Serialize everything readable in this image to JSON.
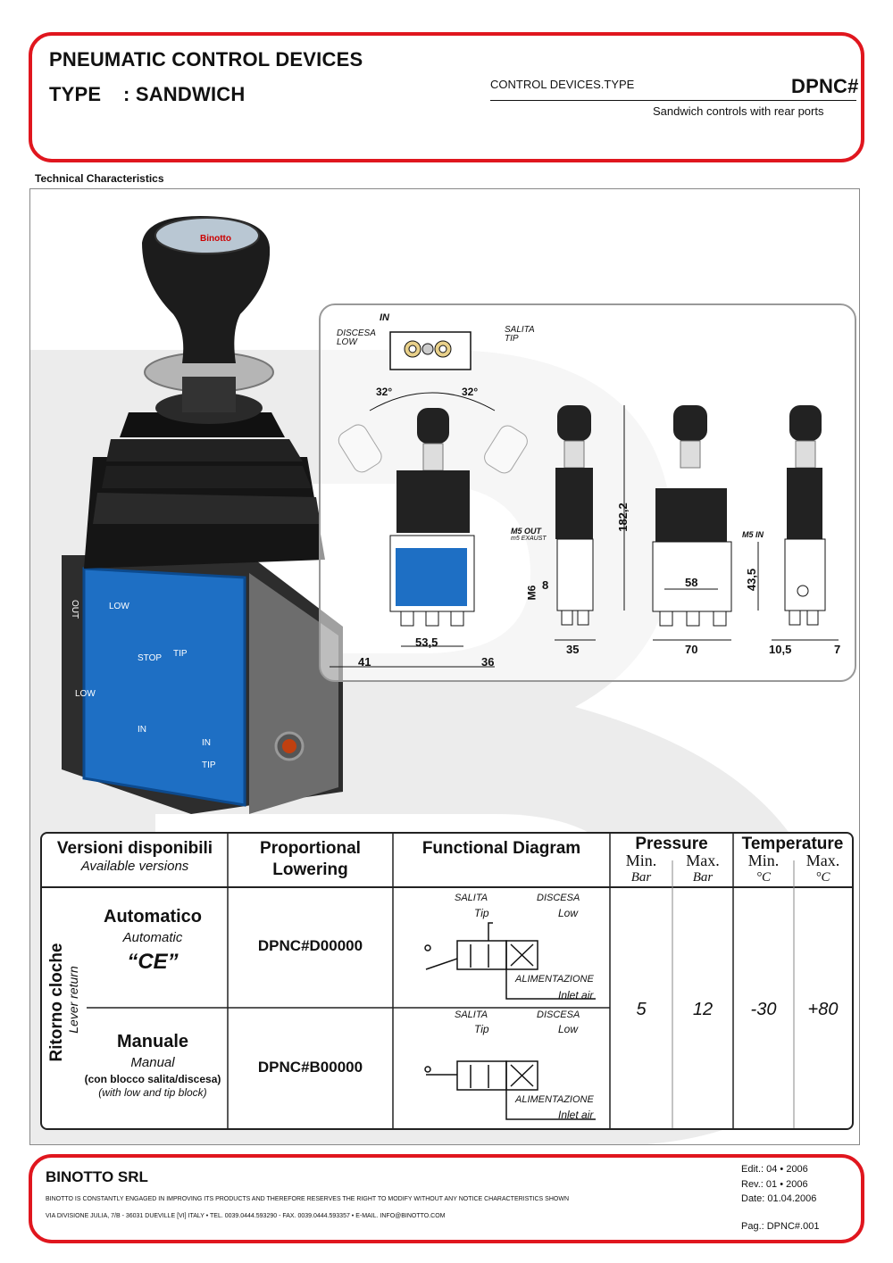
{
  "header": {
    "title": "PNEUMATIC CONTROL DEVICES",
    "type_label": "TYPE",
    "type_value": ": SANDWICH",
    "category": "CONTROL DEVICES.TYPE",
    "code": "DPNC#",
    "description": "Sandwich controls with rear ports"
  },
  "section_title": "Technical Characteristics",
  "drawing": {
    "in_label": "IN",
    "low_label_it": "DISCESA",
    "low_label_en": "LOW",
    "tip_label_it": "SALITA",
    "tip_label_en": "TIP",
    "angle_left": "32°",
    "angle_right": "32°",
    "m5_out": "M5 OUT",
    "m5_exhaust": "m5 EXAUST",
    "m5_in": "M5 IN",
    "m6": "M6",
    "dims": {
      "d_182_2": "182,2",
      "d_8": "8",
      "d_53_5": "53,5",
      "d_41": "41",
      "d_36": "36",
      "d_35": "35",
      "d_58": "58",
      "d_70": "70",
      "d_43_5": "43,5",
      "d_10_5": "10,5",
      "d_7": "7"
    }
  },
  "product_panel": {
    "out": "OUT",
    "low": "LOW",
    "stop": "STOP",
    "tip": "TIP",
    "in": "IN",
    "low2": "LOW",
    "in2": "IN",
    "tip2": "TIP"
  },
  "table": {
    "col1_it": "Versioni disponibili",
    "col1_en": "Available versions",
    "col2_line1": "Proportional",
    "col2_line2": "Lowering",
    "col3": "Functional Diagram",
    "pressure": "Pressure",
    "temperature": "Temperature",
    "min": "Min.",
    "max": "Max.",
    "bar": "Bar",
    "deg": "°C",
    "side_it": "Ritorno cloche",
    "side_en": "Lever return",
    "row1_it": "Automatico",
    "row1_en": "Automatic",
    "row1_ce": "“CE”",
    "row1_code": "DPNC#D00000",
    "row2_it": "Manuale",
    "row2_en": "Manual",
    "row2_note_it": "(con blocco salita/discesa)",
    "row2_note_en": "(with low and tip block)",
    "row2_code": "DPNC#B00000",
    "diag_salita": "SALITA",
    "diag_tip": "Tip",
    "diag_discesa": "DISCESA",
    "diag_low": "Low",
    "diag_alim": "ALIMENTAZIONE",
    "diag_inlet": "Inlet air",
    "p_min": "5",
    "p_max": "12",
    "t_min": "-30",
    "t_max": "+80"
  },
  "footer": {
    "company": "BINOTTO SRL",
    "disclaimer": "BINOTTO IS CONSTANTLY ENGAGED IN IMPROVING ITS PRODUCTS AND THEREFORE RESERVES THE RIGHT TO MODIFY WITHOUT ANY NOTICE CHARACTERISTICS SHOWN",
    "address": "VIA DIVISIONE JULIA, 7/B - 36031 DUEVILLE [VI] ITALY • TEL. 0039.0444.593290 - FAX. 0039.0444.593357 • E-MAIL. INFO@BINOTTO.COM",
    "edit": "Edit.:  04 • 2006",
    "rev": "Rev.:  01 • 2006",
    "date": "Date:  01.04.2006",
    "page": "Pag.:  DPNC#.001"
  },
  "colors": {
    "accent_red": "#e0161e",
    "panel_blue": "#1e6fc4"
  }
}
